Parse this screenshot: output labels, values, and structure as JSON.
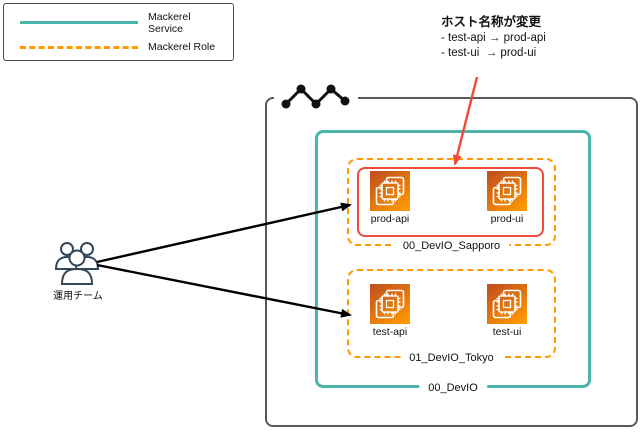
{
  "legend": {
    "items": [
      {
        "label": "Mackerel Service",
        "style": "solid",
        "color": "#4CB5AB"
      },
      {
        "label": "Mackerel Role",
        "style": "dashed",
        "color": "#FF9900"
      }
    ]
  },
  "annotation": {
    "title": "ホスト名称が変更",
    "line1": "- test-api → prod-api",
    "line2": "- test-ui  → prod-ui"
  },
  "actor": {
    "label": "運用チーム"
  },
  "service": {
    "label": "00_DevIO",
    "roles": [
      {
        "label": "00_DevIO_Sapporo",
        "highlighted": true,
        "hosts": [
          {
            "label": "prod-api"
          },
          {
            "label": "prod-ui"
          }
        ]
      },
      {
        "label": "01_DevIO_Tokyo",
        "highlighted": false,
        "hosts": [
          {
            "label": "test-api"
          },
          {
            "label": "test-ui"
          }
        ]
      }
    ]
  },
  "colors": {
    "service_teal": "#4CB5AB",
    "role_orange": "#FF9900",
    "highlight_red": "#EE4B3B",
    "outer_border": "#595959",
    "icon_gradient_start": "#C1511E",
    "icon_gradient_end": "#FF9900"
  }
}
